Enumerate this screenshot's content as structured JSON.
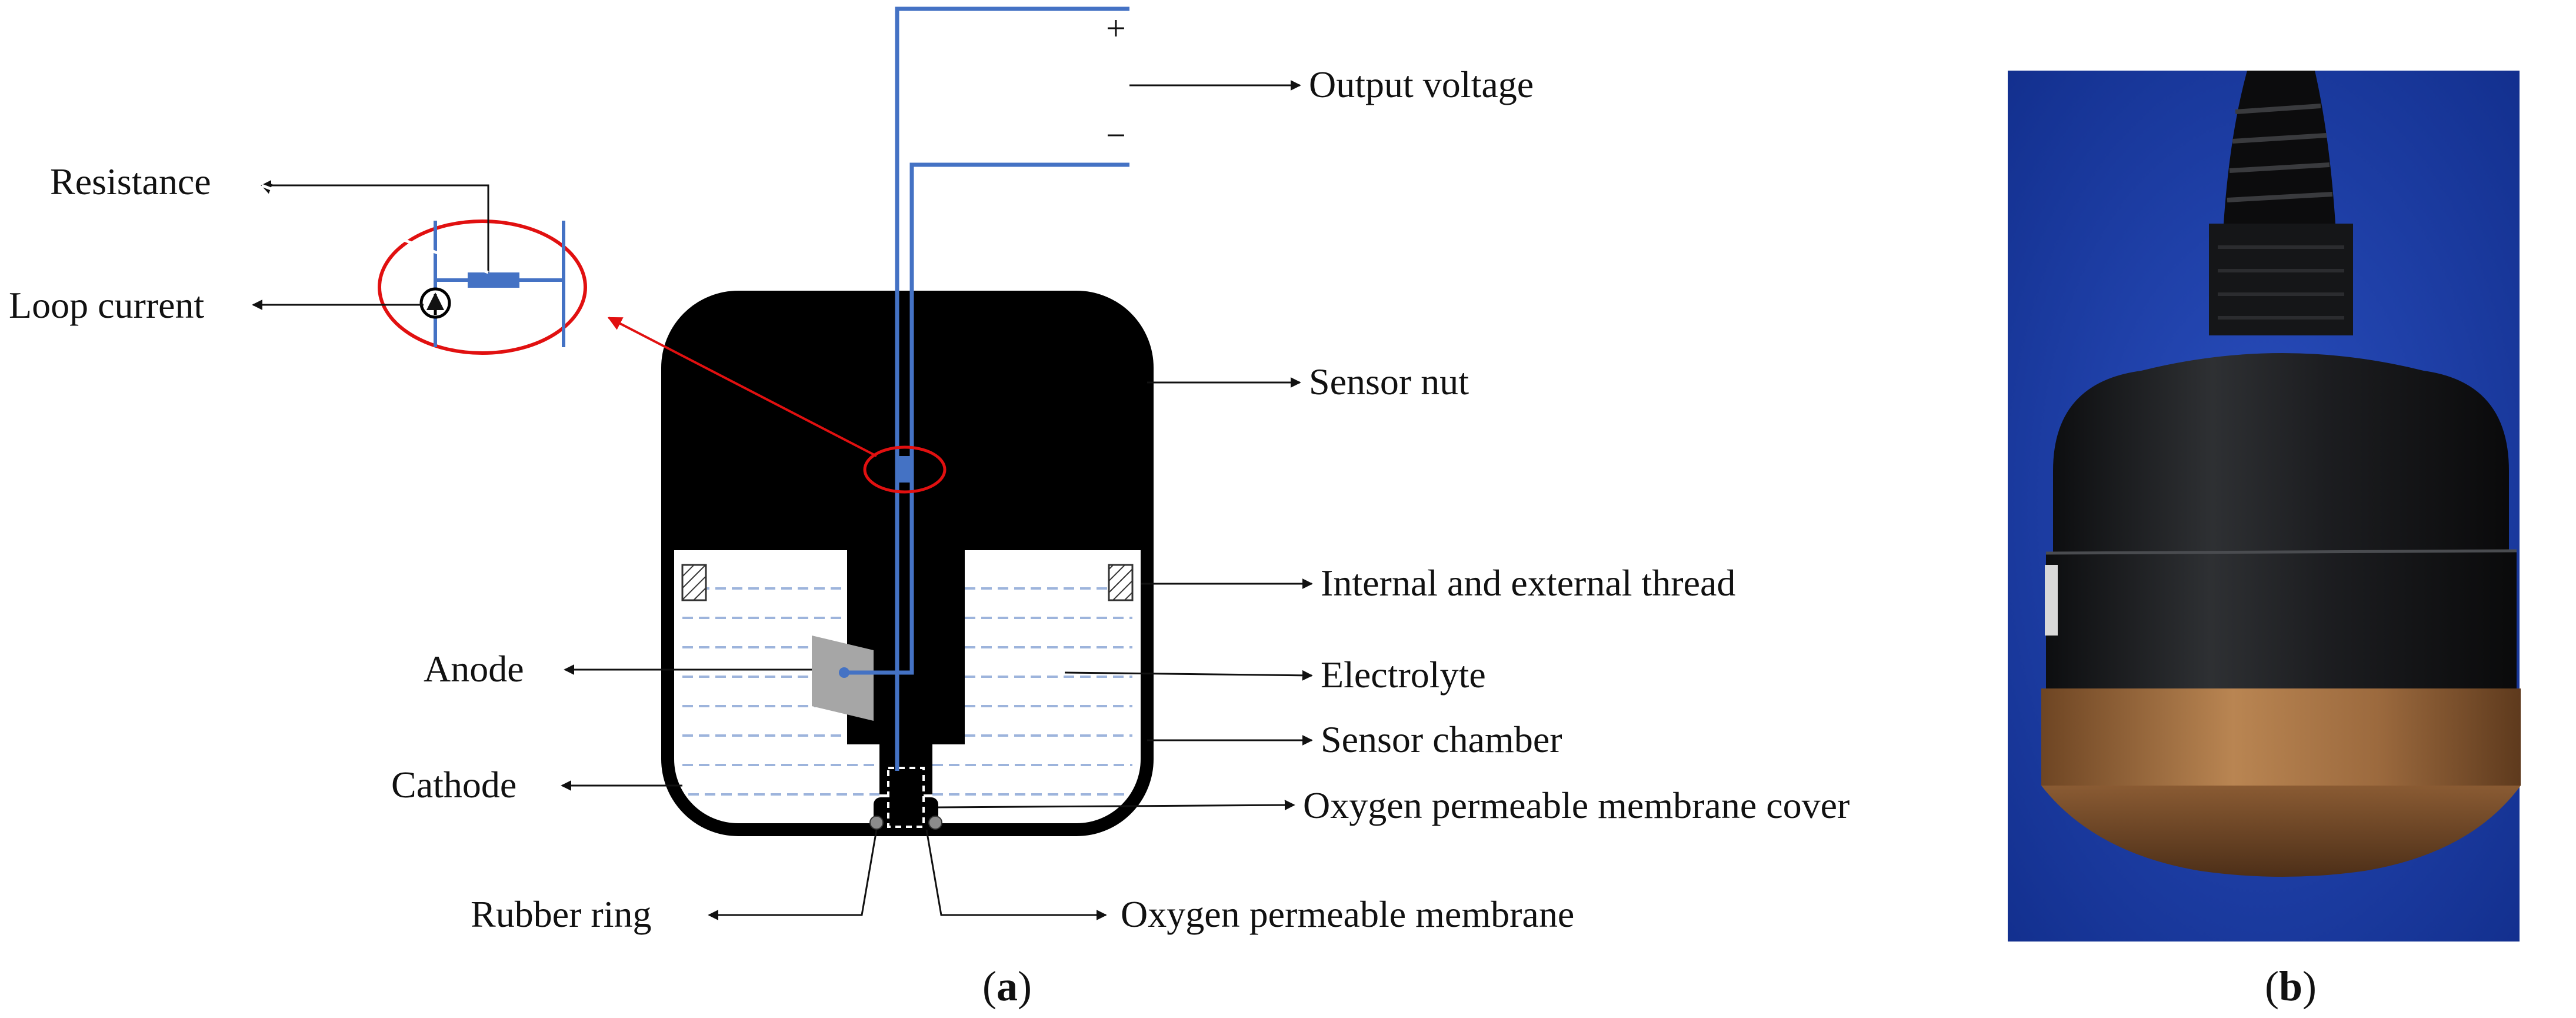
{
  "diagram": {
    "labels": {
      "output_voltage": "Output voltage",
      "plus_sign": "+",
      "minus_sign": "−",
      "resistance": "Resistance",
      "loop_current": "Loop current",
      "sensor_nut": "Sensor nut",
      "internal_external_thread": "Internal and external thread",
      "anode": "Anode",
      "electrolyte": "Electrolyte",
      "sensor_chamber": "Sensor chamber",
      "cathode": "Cathode",
      "membrane_cover": "Oxygen permeable membrane cover",
      "rubber_ring": "Rubber ring",
      "membrane": "Oxygen permeable membrane"
    },
    "captions": {
      "a_open": "(",
      "a_letter": "a",
      "a_close": ")",
      "b_open": "(",
      "b_letter": "b",
      "b_close": ")"
    },
    "colors": {
      "wire": "#4472c4",
      "highlight": "#e11010",
      "body": "#000000",
      "electrolyte_line": "#9db4dc",
      "anode": "#a6a6a6",
      "photo_background": "#1d3fa6",
      "sensor_body": "#1b1c1e",
      "copper_ring": "#9c6a3e"
    }
  }
}
